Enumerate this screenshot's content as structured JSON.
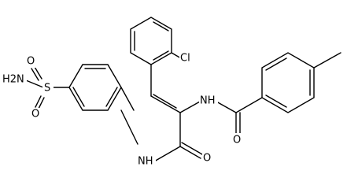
{
  "molecule": {
    "atoms": {
      "sulfonamide_n": "H2N",
      "sulfonamide_s": "S",
      "sulfonyl_o_top": "O",
      "sulfonyl_o_bottom": "O",
      "amide_nh_lower": "NH",
      "amide_o_lower": "O",
      "amide_nh_upper": "NH",
      "amide_o_upper": "O",
      "chlorine": "Cl"
    },
    "colors": {
      "bond": "#000000",
      "label": "#000000",
      "background": "#ffffff"
    }
  }
}
